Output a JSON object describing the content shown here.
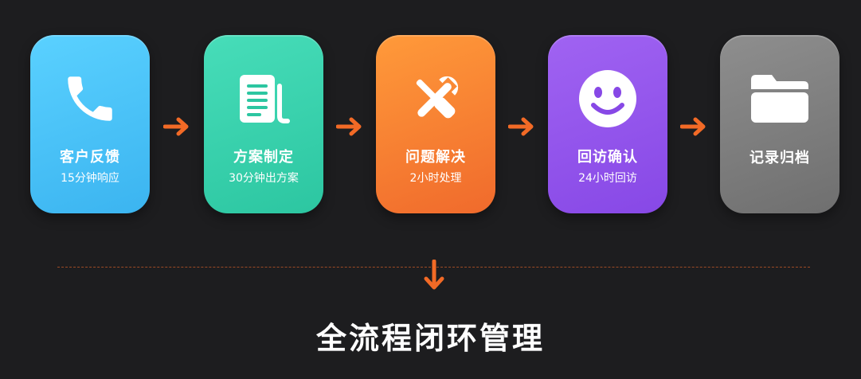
{
  "steps": [
    {
      "title": "客户反馈",
      "subtitle": "15分钟响应",
      "icon": "phone-icon",
      "color": "#4fc6fb"
    },
    {
      "title": "方案制定",
      "subtitle": "30分钟出方案",
      "icon": "document-icon",
      "color": "#3bd4b0"
    },
    {
      "title": "问题解决",
      "subtitle": "2小时处理",
      "icon": "tools-icon",
      "color": "#f7822f"
    },
    {
      "title": "回访确认",
      "subtitle": "24小时回访",
      "icon": "smile-icon",
      "color": "#9556ee"
    },
    {
      "title": "记录归档",
      "icon": "folder-icon",
      "color": "#7e7e7e"
    }
  ],
  "arrow_color": "#f26a26",
  "caption": "全流程闭环管理"
}
